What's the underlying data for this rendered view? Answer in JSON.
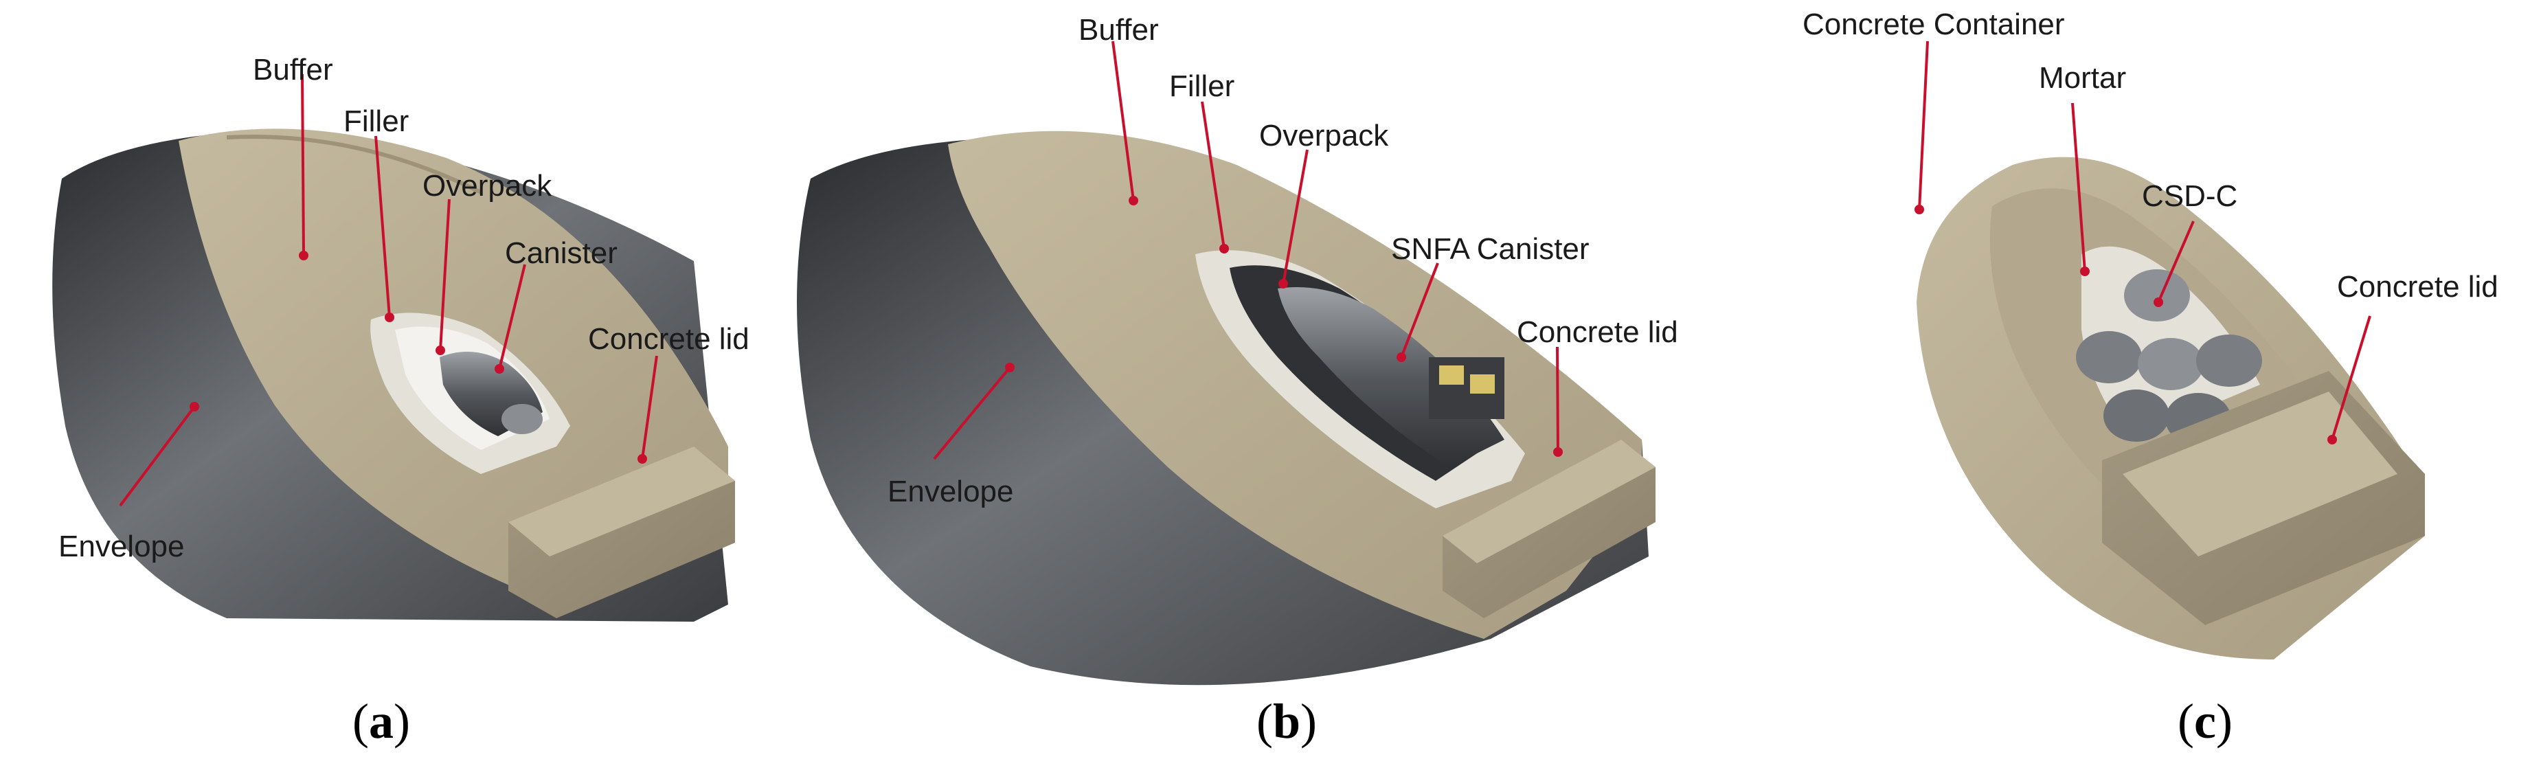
{
  "panels": [
    {
      "id": "a",
      "caption": {
        "open": "(",
        "letter": "a",
        "close": ")"
      },
      "labels": [
        "Buffer",
        "Filler",
        "Overpack",
        "Canister",
        "Concrete lid",
        "Envelope"
      ]
    },
    {
      "id": "b",
      "caption": {
        "open": "(",
        "letter": "b",
        "close": ")"
      },
      "labels": [
        "Buffer",
        "Filler",
        "Overpack",
        "SNFA Canister",
        "Concrete lid",
        "Envelope"
      ]
    },
    {
      "id": "c",
      "caption": {
        "open": "(",
        "letter": "c",
        "close": ")"
      },
      "labels": [
        "Concrete Container",
        "Mortar",
        "CSD-C",
        "Concrete lid"
      ]
    }
  ],
  "colors": {
    "leader": "#c8102e",
    "concrete": "#b9ae94",
    "steel": "#5c5f63",
    "filler": "#e4e2d8"
  }
}
